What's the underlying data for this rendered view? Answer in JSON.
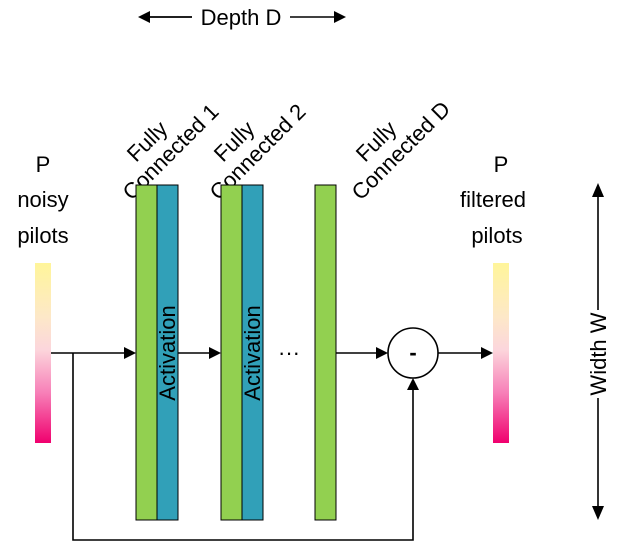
{
  "labels": {
    "depth": "Depth D",
    "width": "Width W",
    "fc1_line1": "Fully",
    "fc1_line2": "Connected 1",
    "fc2_line1": "Fully",
    "fc2_line2": "Connected 2",
    "fcd_line1": "Fully",
    "fcd_line2": "Connected D",
    "input_line1": "P",
    "input_line2": "noisy",
    "input_line3": "pilots",
    "output_line1": "P",
    "output_line2": "filtered",
    "output_line3": "pilots",
    "activation": "Activation",
    "ellipsis": "···",
    "minus": "-"
  },
  "colors": {
    "fc_green": "#92d050",
    "activation_teal": "#31a0b8",
    "gradient_top": "#fff59a",
    "gradient_mid": "#fcd6dc",
    "gradient_bottom": "#f0006e"
  }
}
